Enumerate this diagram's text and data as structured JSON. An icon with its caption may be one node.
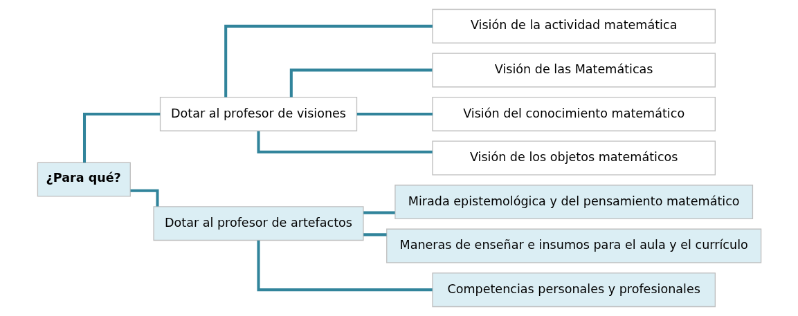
{
  "diagram": {
    "nodes": [
      {
        "text": [
          "¿Para qué?"
        ]
      },
      {
        "text": [
          "Dotar al profesor de visiones"
        ]
      },
      {
        "text": [
          "Visión de la actividad matemática"
        ]
      },
      {
        "text": [
          "Visión de las Matemáticas"
        ]
      },
      {
        "text": [
          "Visión del conocimiento matemático"
        ]
      },
      {
        "text": [
          "Visión de los objetos matemáticos"
        ]
      },
      {
        "text": [
          "Dotar al profesor de artefactos"
        ]
      },
      {
        "text": [
          "Mirada epistemológica y del pensamiento matemático"
        ]
      },
      {
        "text": [
          "Maneras de enseñar e insumos para el aula y el currículo"
        ]
      },
      {
        "text": [
          "Competencias personales y profesionales"
        ]
      }
    ],
    "edges": [
      {
        "from": 0,
        "to": 1,
        "arrow": "none"
      },
      {
        "from": 0,
        "to": 6,
        "arrow": "none"
      },
      {
        "from": 1,
        "to": 2,
        "arrow": "none"
      },
      {
        "from": 1,
        "to": 3,
        "arrow": "none"
      },
      {
        "from": 1,
        "to": 4,
        "arrow": "none"
      },
      {
        "from": 1,
        "to": 5,
        "arrow": "none"
      },
      {
        "from": 6,
        "to": 7,
        "arrow": "none"
      },
      {
        "from": 6,
        "to": 8,
        "arrow": "none"
      },
      {
        "from": 6,
        "to": 9,
        "arrow": "none"
      }
    ]
  }
}
